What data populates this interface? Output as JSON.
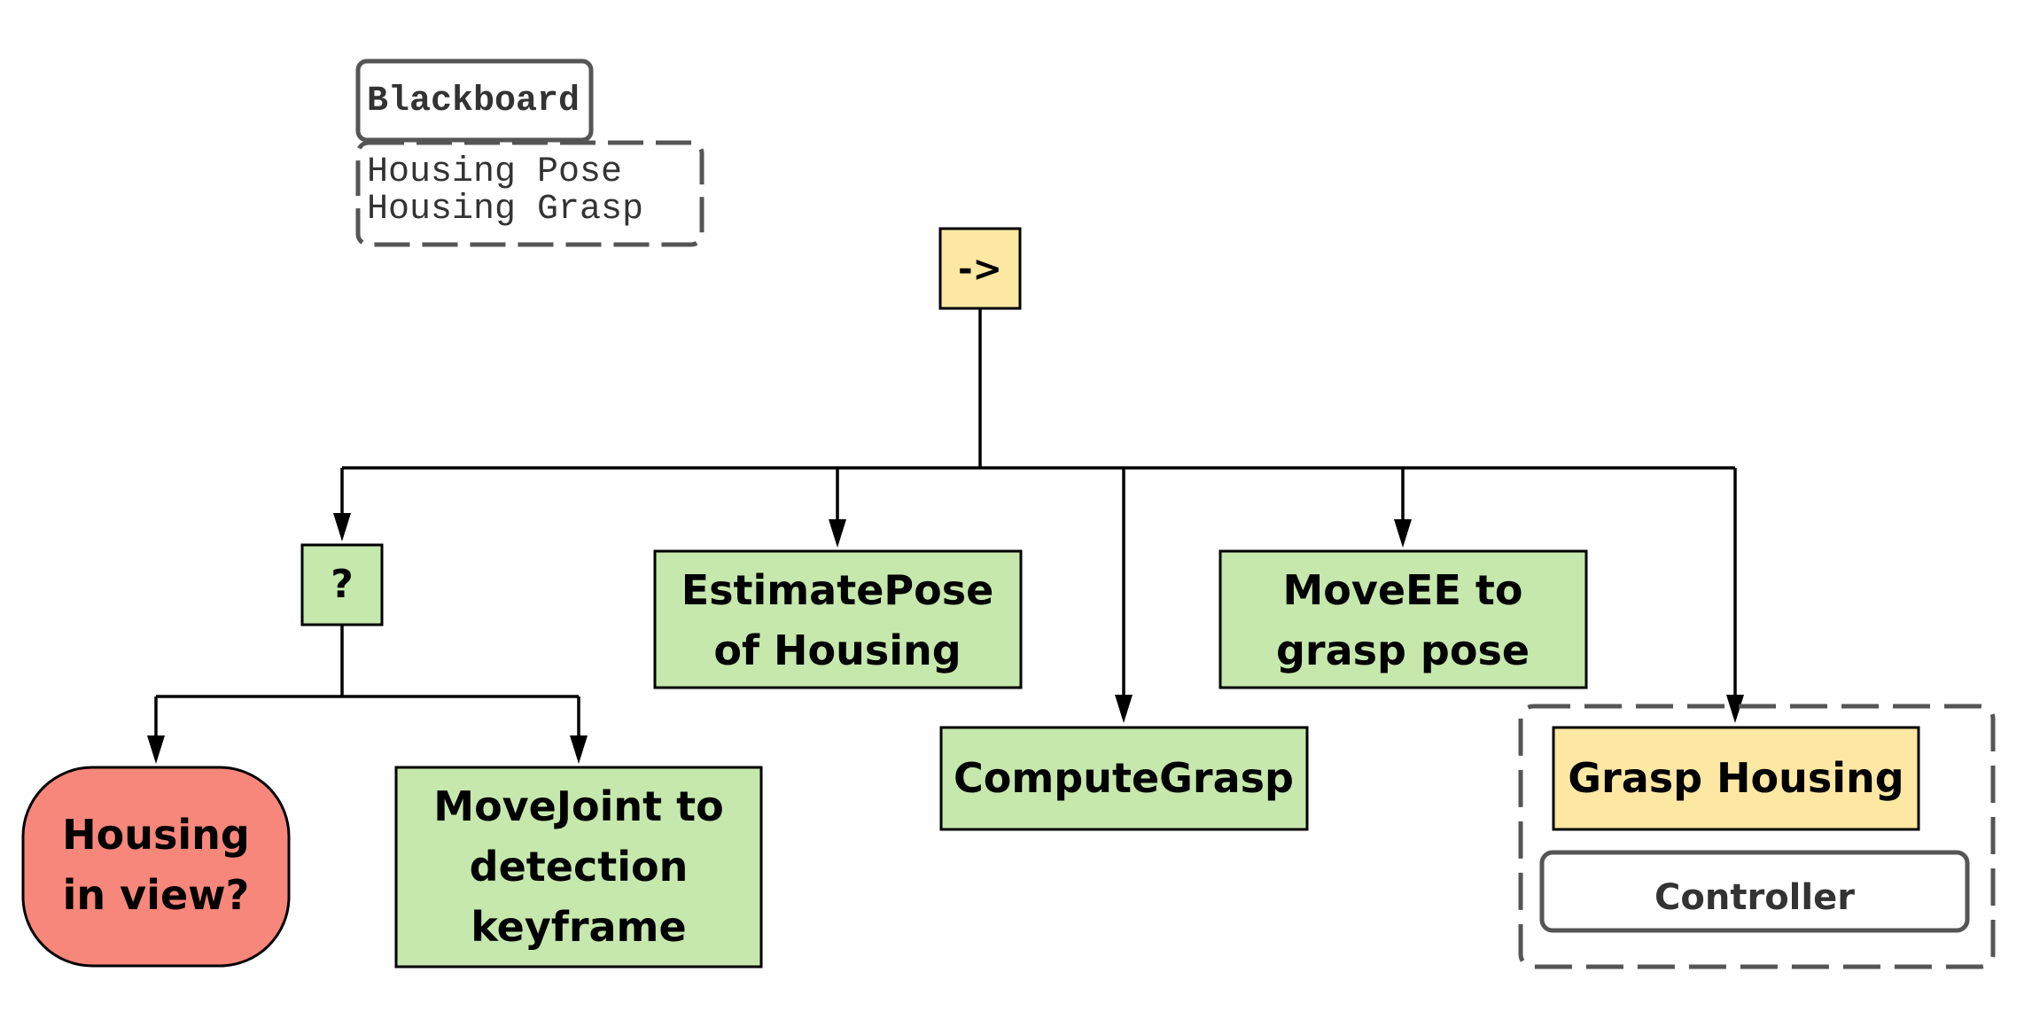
{
  "blackboard": {
    "title": "Blackboard",
    "entries": [
      "Housing Pose",
      "Housing Grasp"
    ]
  },
  "root": {
    "label": "->",
    "type": "sequence"
  },
  "fallback": {
    "label": "?",
    "type": "fallback"
  },
  "nodes": {
    "condition": [
      "Housing",
      "in view?"
    ],
    "move_joint": [
      "MoveJoint to",
      "detection",
      "keyframe"
    ],
    "estimate_pose": [
      "EstimatePose",
      "of Housing"
    ],
    "compute_grasp": [
      "ComputeGrasp"
    ],
    "move_ee": [
      "MoveEE to",
      "grasp pose"
    ],
    "grasp_housing": [
      "Grasp Housing"
    ]
  },
  "controller": {
    "label": "Controller"
  },
  "colors": {
    "action_green": "#c6e8ad",
    "control_yellow": "#fde8a3",
    "condition_red": "#f6877a",
    "border_gray": "#555555",
    "edge": "#000000"
  }
}
